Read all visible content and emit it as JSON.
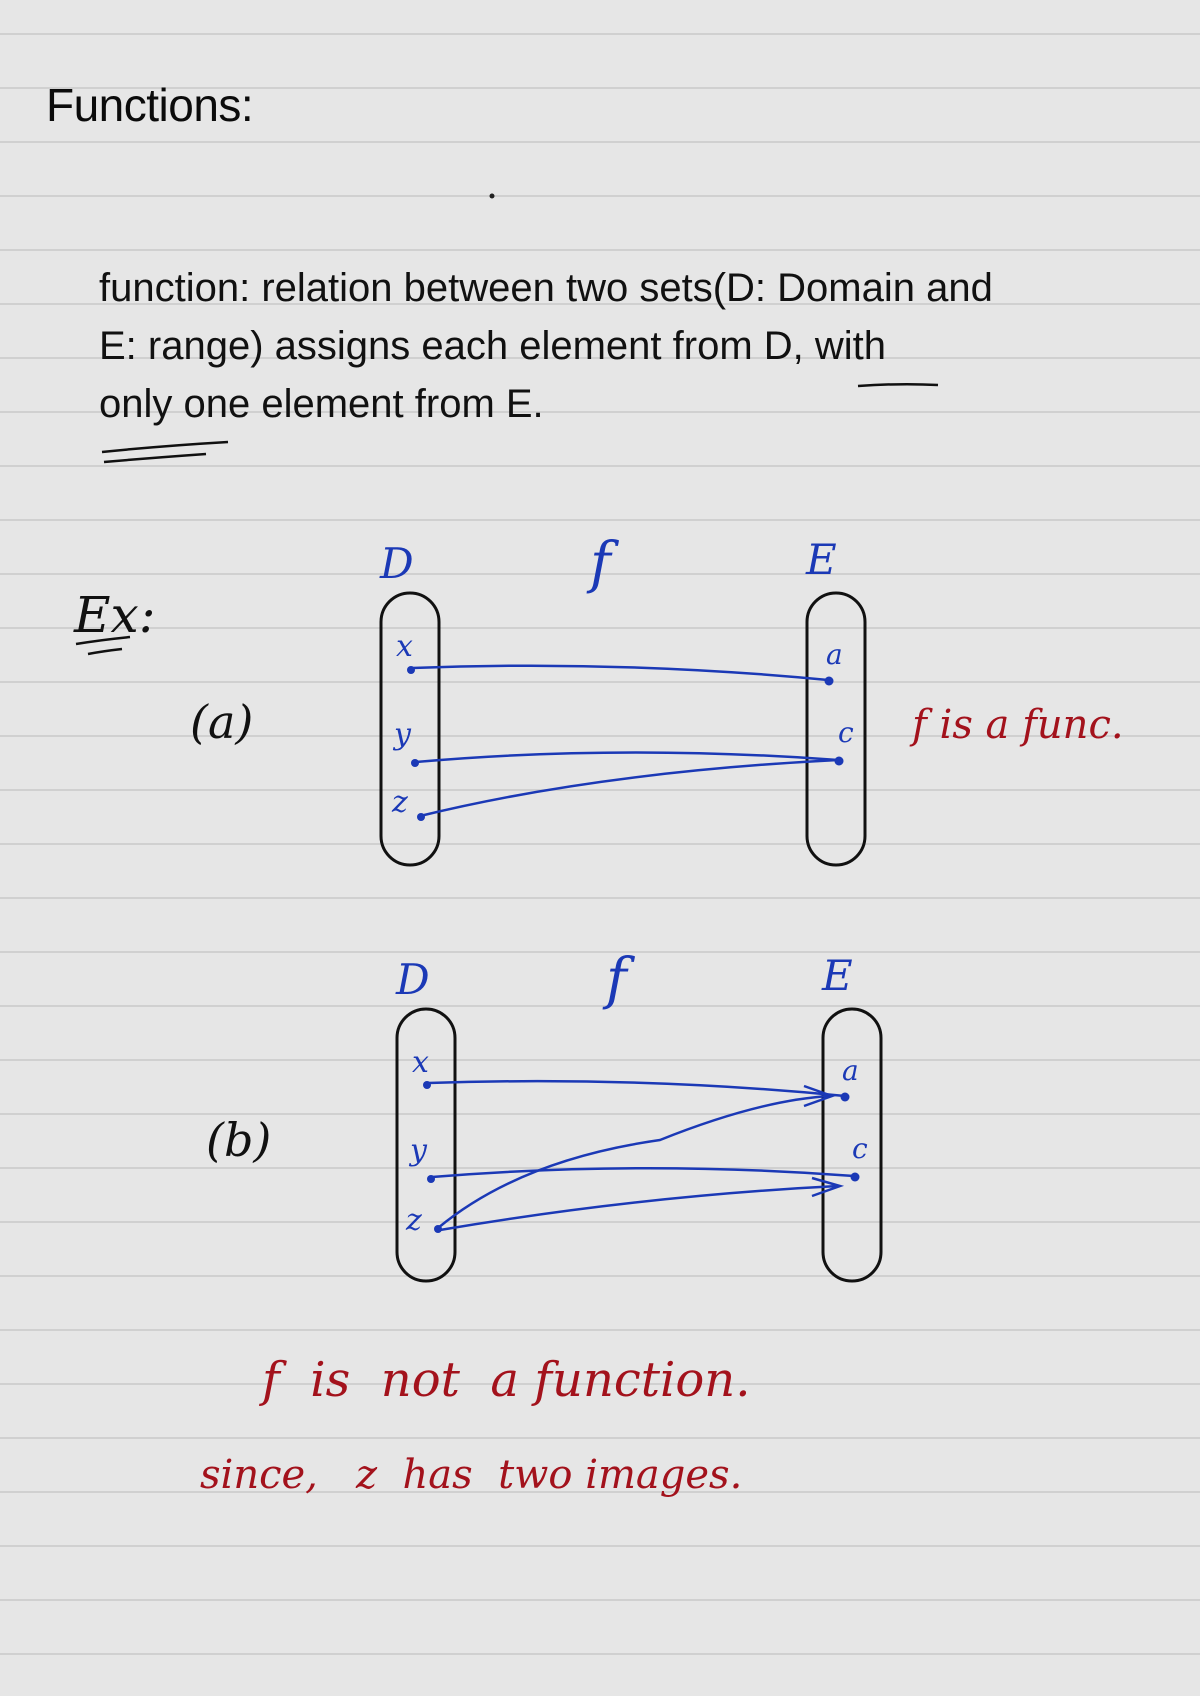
{
  "page_title": "Functions:",
  "definition": {
    "line1": "function: relation between two sets(D: Domain and",
    "line2": "E: range)  assigns each element from D, with",
    "line3": "only one element from E."
  },
  "example": {
    "label": "Ex:",
    "part_a": {
      "label": "(a)",
      "domain_label": "D",
      "func_label": "f",
      "range_label": "E",
      "domain_elements": [
        "x",
        "y",
        "z"
      ],
      "range_elements": [
        "a",
        "c"
      ],
      "mappings": [
        [
          "x",
          "a"
        ],
        [
          "y",
          "c"
        ],
        [
          "z",
          "c"
        ]
      ],
      "note": "f is a func."
    },
    "part_b": {
      "label": "(b)",
      "domain_label": "D",
      "func_label": "f",
      "range_label": "E",
      "domain_elements": [
        "x",
        "y",
        "z"
      ],
      "range_elements": [
        "a",
        "c"
      ],
      "mappings": [
        [
          "x",
          "a"
        ],
        [
          "y",
          "c"
        ],
        [
          "z",
          "a"
        ],
        [
          "z",
          "c"
        ]
      ],
      "note_line1": "f  is  not  a function.",
      "note_line2": "since,   z  has  two images."
    }
  },
  "colors": {
    "paper": "#e6e6e6",
    "rule": "#c8c8c8",
    "ink_blue": "#1b39b6",
    "ink_red": "#a3121c",
    "ink_black": "#111111"
  }
}
